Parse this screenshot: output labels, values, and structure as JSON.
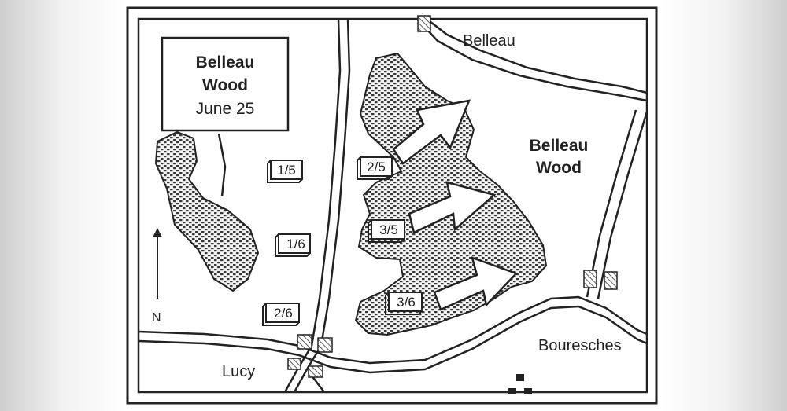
{
  "title_box": {
    "line1": "Belleau",
    "line2": "Wood",
    "date": "June 25"
  },
  "places": {
    "belleau_village": "Belleau",
    "belleau_wood_line1": "Belleau",
    "belleau_wood_line2": "Wood",
    "bouresches": "Bouresches",
    "lucy": "Lucy"
  },
  "compass": {
    "label": "N"
  },
  "units": [
    {
      "id": "u15",
      "label": "1/5"
    },
    {
      "id": "u16",
      "label": "1/6"
    },
    {
      "id": "u26",
      "label": "2/6"
    },
    {
      "id": "u25",
      "label": "2/5"
    },
    {
      "id": "u35",
      "label": "3/5"
    },
    {
      "id": "u36",
      "label": "3/6"
    }
  ],
  "colors": {
    "ink": "#222222",
    "paper": "#ffffff",
    "forest_fill": "#8a8a8a"
  }
}
